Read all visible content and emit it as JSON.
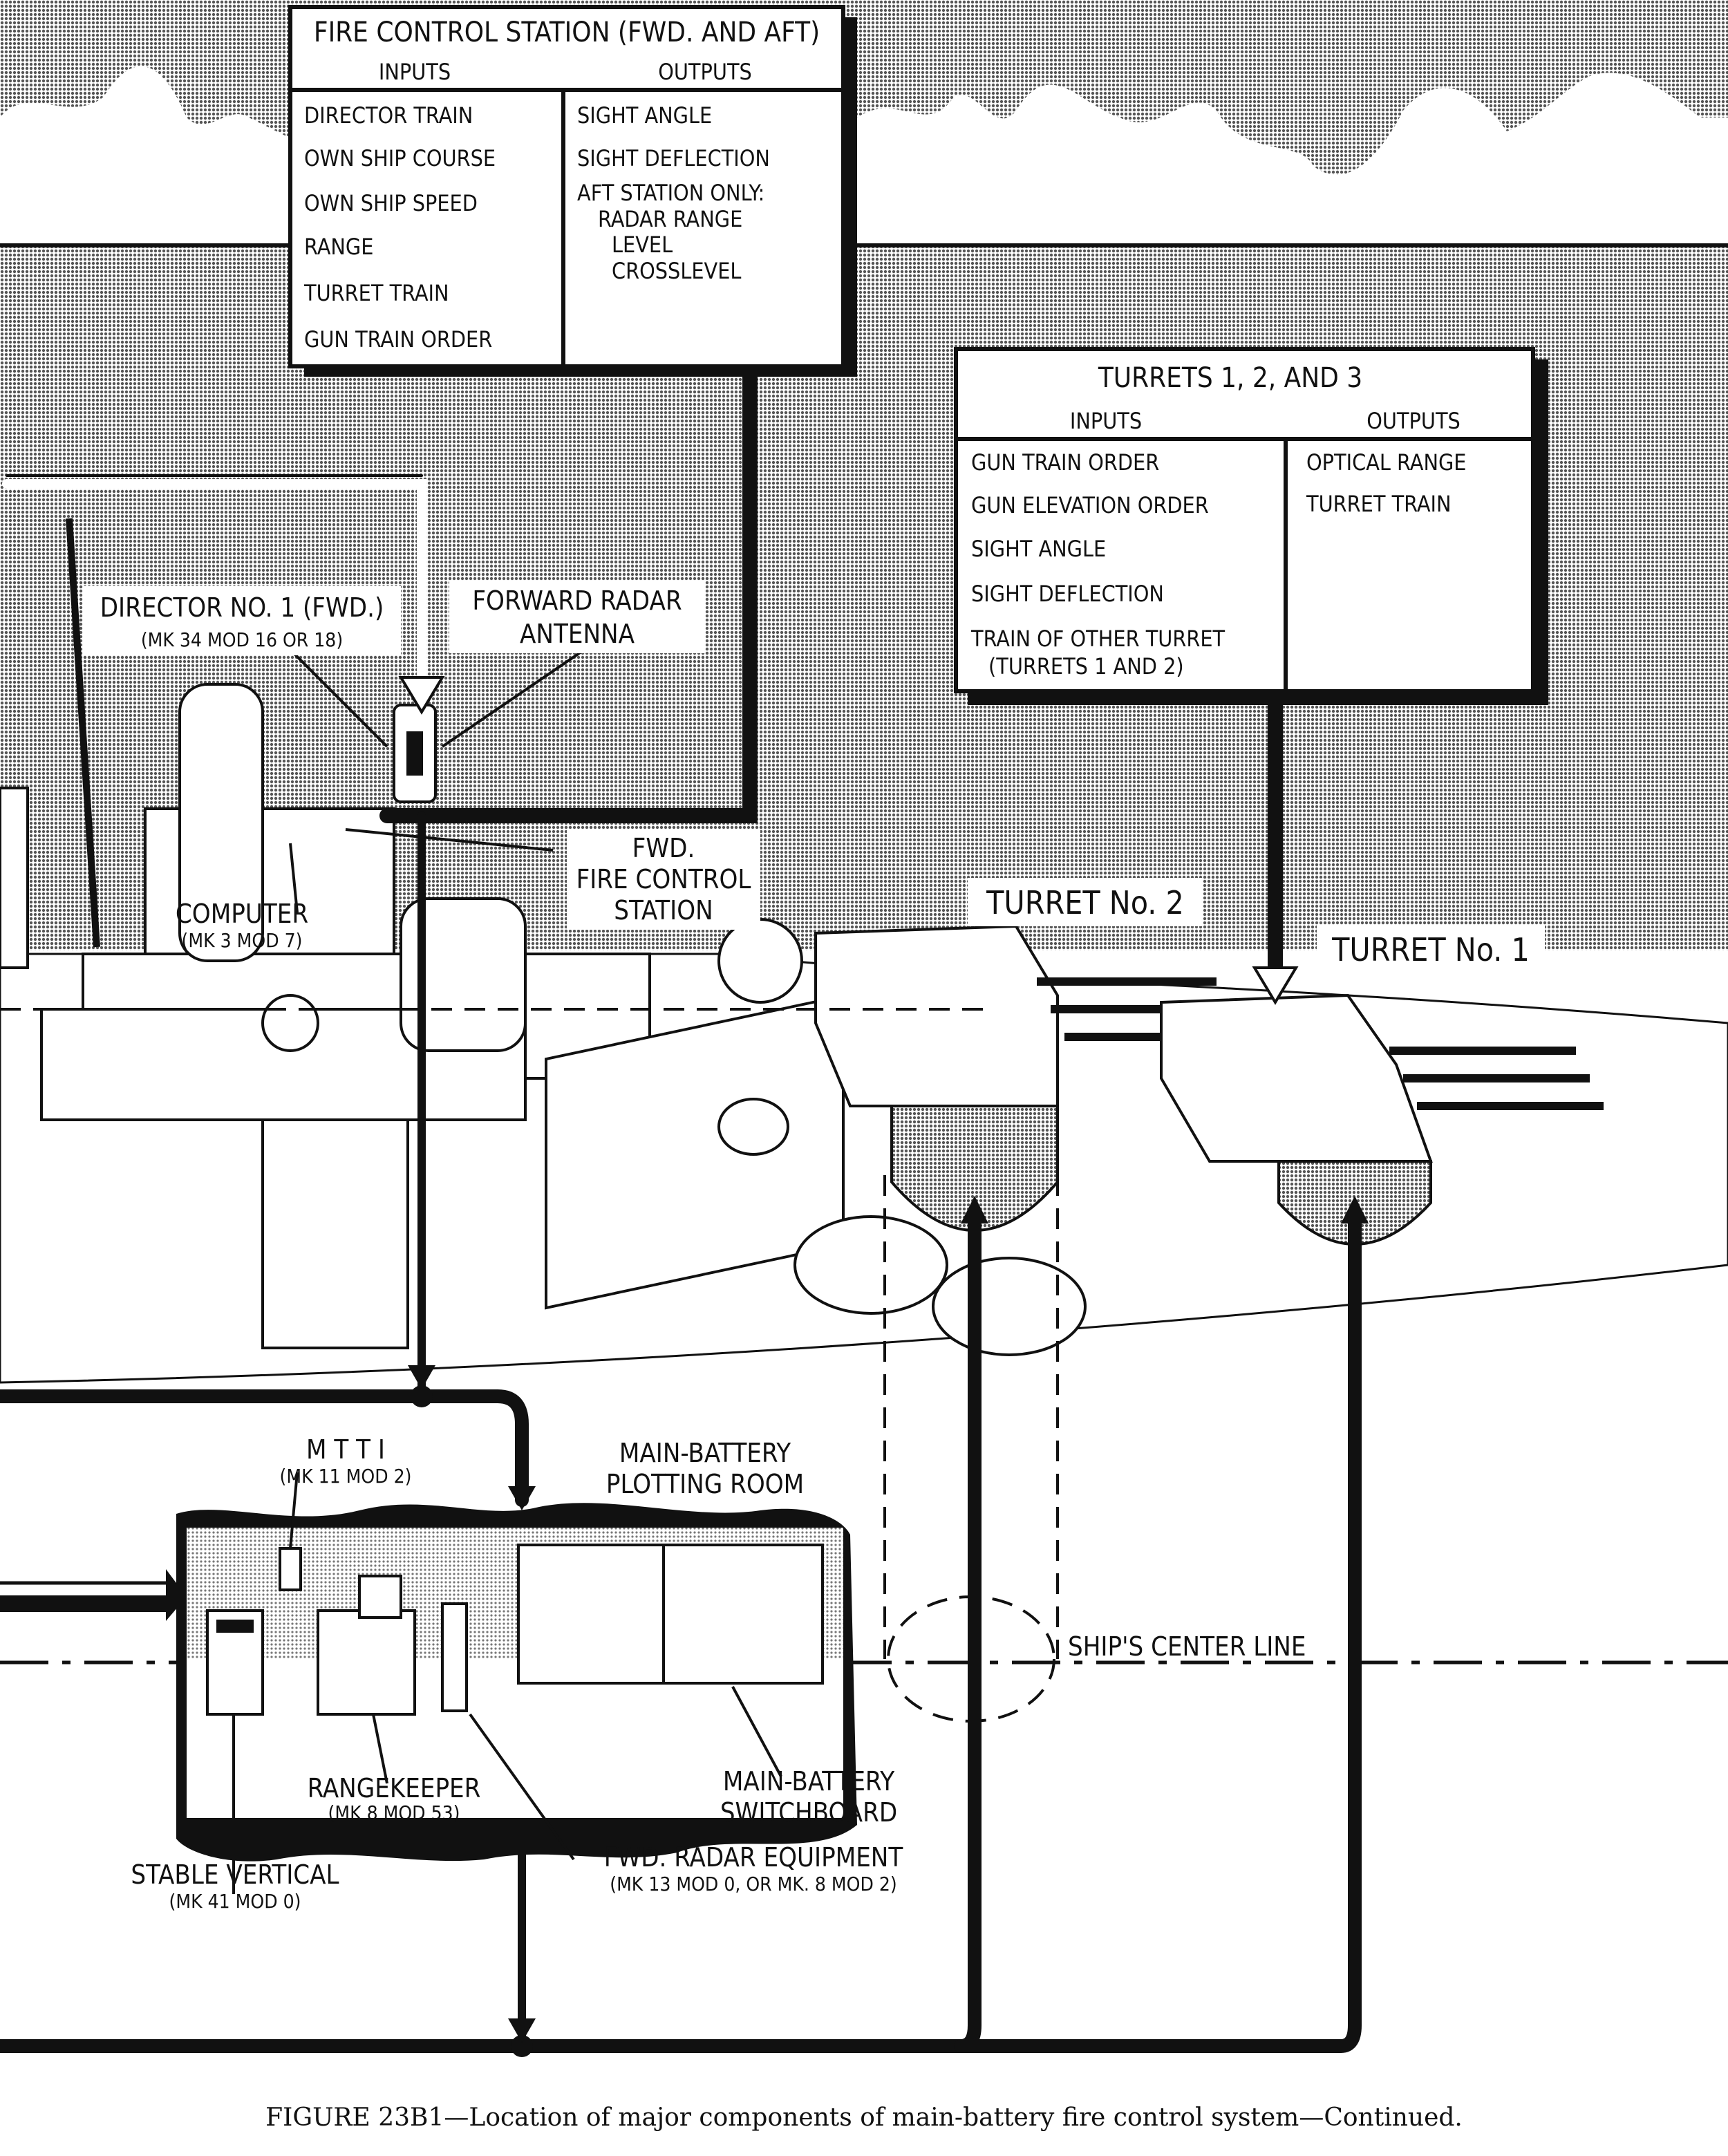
{
  "fire_control_station_box": {
    "title": "FIRE CONTROL STATION (FWD. AND AFT)",
    "inputs_header": "INPUTS",
    "outputs_header": "OUTPUTS",
    "inputs": [
      "DIRECTOR TRAIN",
      "OWN SHIP COURSE",
      "OWN SHIP SPEED",
      "RANGE",
      "TURRET TRAIN",
      "GUN TRAIN ORDER"
    ],
    "outputs": [
      "SIGHT ANGLE",
      "SIGHT DEFLECTION",
      "AFT STATION ONLY:",
      "RADAR RANGE",
      "LEVEL",
      "CROSSLEVEL"
    ]
  },
  "turrets_box": {
    "title": "TURRETS 1, 2, AND 3",
    "inputs_header": "INPUTS",
    "outputs_header": "OUTPUTS",
    "inputs": [
      "GUN TRAIN ORDER",
      "GUN ELEVATION ORDER",
      "SIGHT ANGLE",
      "SIGHT DEFLECTION",
      "TRAIN OF OTHER TURRET",
      "(TURRETS 1 AND 2)"
    ],
    "outputs": [
      "OPTICAL RANGE",
      "TURRET TRAIN"
    ]
  },
  "callouts": {
    "director": {
      "name": "DIRECTOR NO. 1 (FWD.)",
      "model": "(MK 34 MOD 16 OR 18)"
    },
    "radar_antenna": {
      "line1": "FORWARD RADAR",
      "line2": "ANTENNA"
    },
    "fwd_fcs": {
      "line1": "FWD.",
      "line2": "FIRE CONTROL",
      "line3": "STATION"
    },
    "computer": {
      "name": "COMPUTER",
      "model": "(MK 3 MOD 7)"
    },
    "turret2": "TURRET No. 2",
    "turret1": "TURRET No. 1",
    "mtti": {
      "name": "M T T I",
      "model": "(MK 11 MOD 2)"
    },
    "plotting_room": {
      "line1": "MAIN-BATTERY",
      "line2": "PLOTTING ROOM"
    },
    "centerline": "SHIP'S CENTER LINE",
    "switchboard": {
      "line1": "MAIN-BATTERY",
      "line2": "SWITCHBOARD"
    },
    "rangekeeper": {
      "name": "RANGEKEEPER",
      "model": "(MK 8 MOD 53)"
    },
    "radar_equipment": {
      "name": "FWD. RADAR EQUIPMENT",
      "model": "(MK 13 MOD 0, OR MK. 8 MOD 2)"
    },
    "stable_vertical": {
      "name": "STABLE VERTICAL",
      "model": "(MK 41 MOD 0)"
    }
  },
  "caption": "FIGURE 23B1—Location of major components of main-battery fire control system—Continued.",
  "colors": {
    "ink": "#111111",
    "paper": "#ffffff",
    "halftone": "#9a9a9a",
    "light_halftone": "#c8c8c8"
  }
}
